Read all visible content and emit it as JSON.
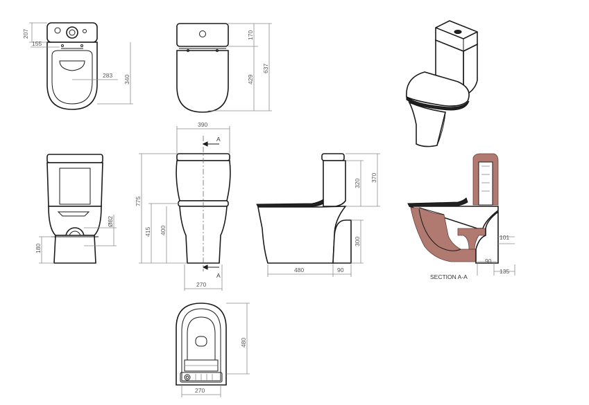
{
  "dimensions": {
    "top_overall_depth": "207",
    "top_hole_offset": "155",
    "top_seat_width": "283",
    "top_bowl_depth": "340",
    "rear_cistern_height": "170",
    "rear_pan_height": "429",
    "rear_total_height": "637",
    "front_outlet_height": "180",
    "front_outlet_diameter": "Ø82",
    "side_total_width": "390",
    "side_total_height": "775",
    "side_seat_height": "415",
    "side_pan_height": "400",
    "side_base_width": "270",
    "profile_cistern_height": "320",
    "profile_cistern_total": "370",
    "profile_outlet_height": "300",
    "profile_depth": "480",
    "profile_offset": "90",
    "section_trap_height": "101",
    "section_outlet_offset": "90",
    "section_outlet_depth": "135",
    "plan_depth": "480",
    "plan_width": "270"
  },
  "labels": {
    "section_marker_top": "A",
    "section_marker_bottom": "A",
    "section_caption": "SECTION A-A"
  }
}
